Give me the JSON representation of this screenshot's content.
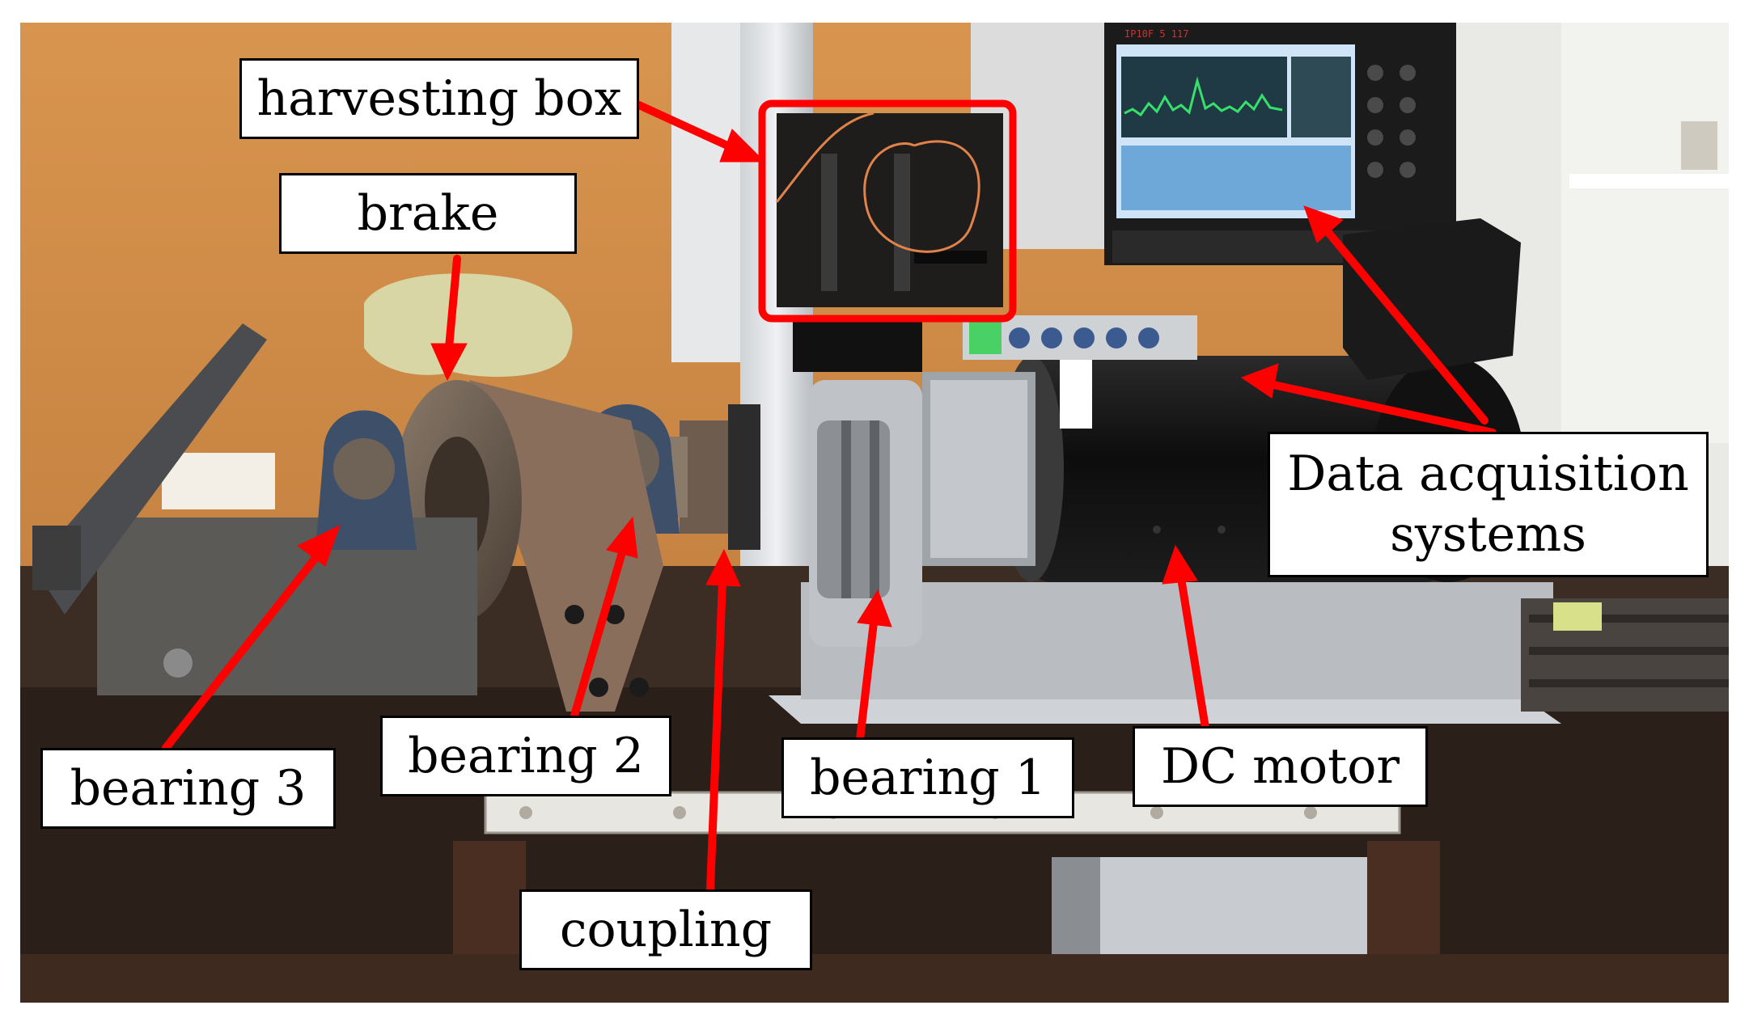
{
  "figure": {
    "annotation_color": "#ff0000",
    "labels": {
      "harvesting_box": "harvesting box",
      "brake": "brake",
      "data_acquisition_line1": "Data acquisition",
      "data_acquisition_line2": "systems",
      "bearing_3": "bearing 3",
      "bearing_2": "bearing 2",
      "bearing_1": "bearing 1",
      "dc_motor": "DC motor",
      "coupling": "coupling"
    },
    "scope_screen": {
      "readout": "IP10F 5 117"
    }
  }
}
